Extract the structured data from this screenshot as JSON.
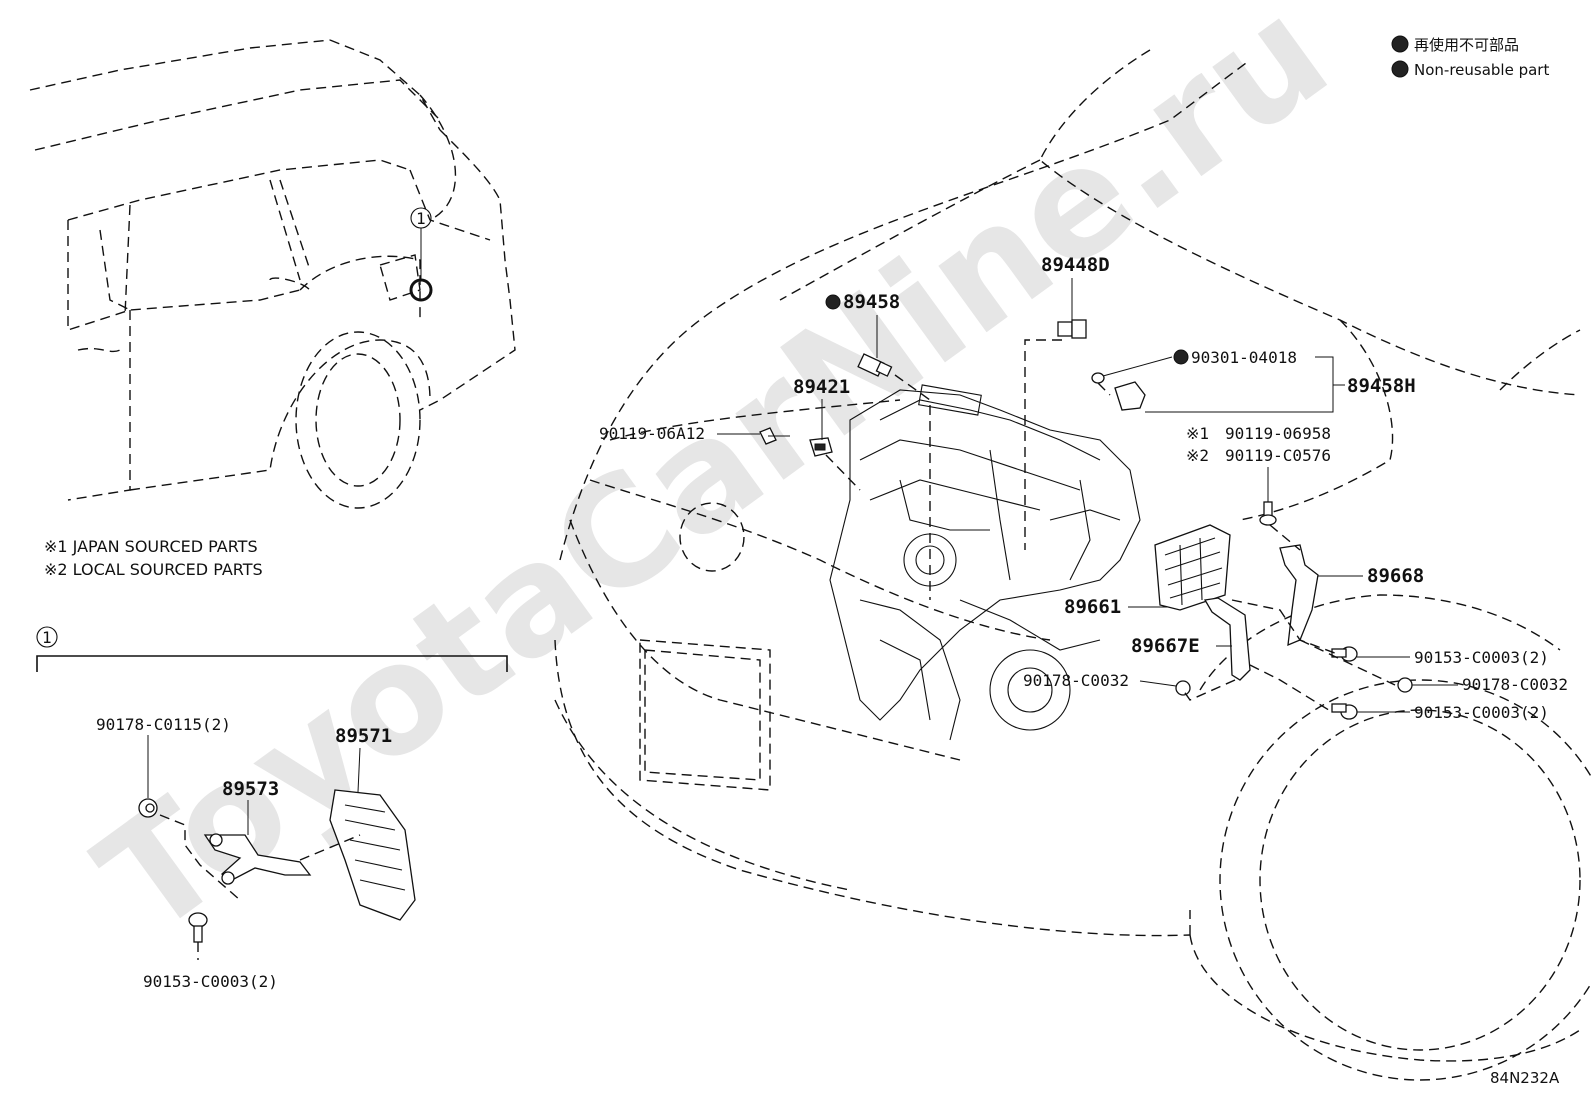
{
  "watermark": "ToyotaCarNine.ru",
  "legend": {
    "jp_text": "再使用不可部品",
    "en_text": "Non-reusable part"
  },
  "notes": {
    "note1": "※1 JAPAN SOURCED PARTS",
    "note2": "※2 LOCAL SOURCED PARTS"
  },
  "callout": {
    "marker": "1"
  },
  "labels": {
    "p89448D": "89448D",
    "p89458": "89458",
    "p90301": "90301-04018",
    "p89458H": "89458H",
    "p89421": "89421",
    "p90119_06A12": "90119-06A12",
    "n1": "※1",
    "p90119_06958": "90119-06958",
    "n2": "※2",
    "p90119_C0576": "90119-C0576",
    "p89668": "89668",
    "p89661": "89661",
    "p89667E": "89667E",
    "p90178_C0032_a": "90178-C0032",
    "p90153_C0003_a": "90153-C0003(2)",
    "p90178_C0032_b": "90178-C0032",
    "p90153_C0003_b": "90153-C0003(2)",
    "p90178_C0115": "90178-C0115(2)",
    "p89573": "89573",
    "p89571": "89571",
    "p90153_C0003_c": "90153-C0003(2)"
  },
  "figure_code": "84N232A",
  "icons": [
    "non-reusable-dot",
    "callout-circle",
    "bolt",
    "nut",
    "clip",
    "ecu"
  ]
}
